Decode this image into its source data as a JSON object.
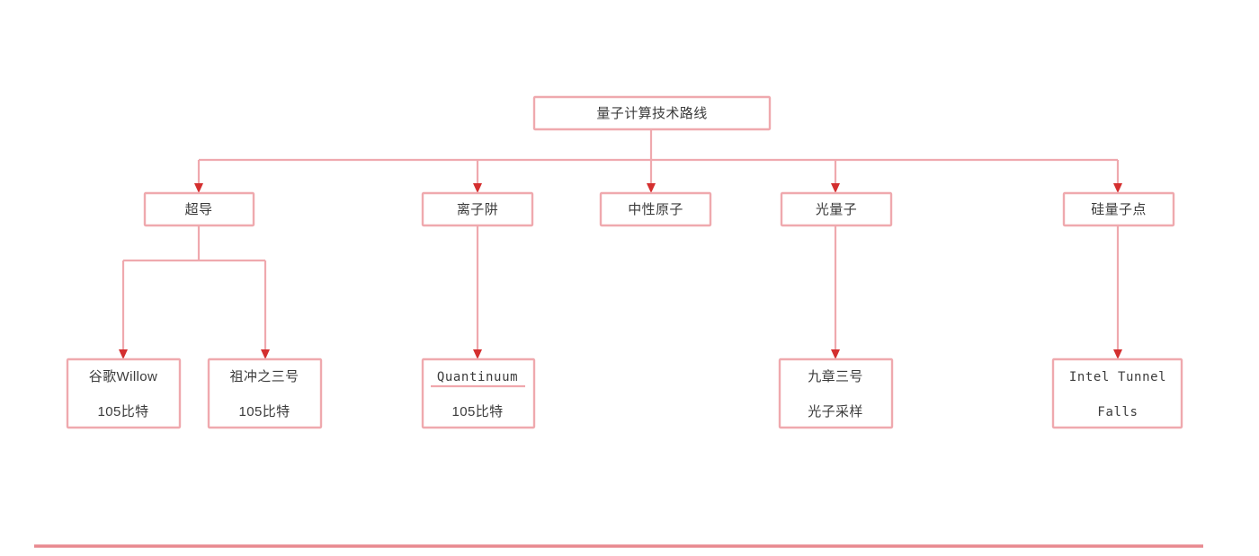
{
  "page": {
    "background_color": "#ffffff",
    "accent_color": "#efa9ae",
    "arrow_color": "#d42f2f",
    "text_color": "#3b3b3b",
    "footer_rule_color": "#e8898f"
  },
  "diagram": {
    "type": "tree",
    "title": "量子计算技术路线",
    "root": {
      "label": "量子计算技术路线"
    },
    "branches": [
      {
        "label": "超导"
      },
      {
        "label": "离子阱"
      },
      {
        "label": "中性原子"
      },
      {
        "label": "光量子"
      },
      {
        "label": "硅量子点"
      }
    ],
    "leaves": [
      {
        "line1": "谷歌Willow",
        "line2": "105比特",
        "parent": "超导",
        "underlined": false
      },
      {
        "line1": "祖冲之三号",
        "line2": "105比特",
        "parent": "超导",
        "underlined": false
      },
      {
        "line1": "Quantinuum",
        "line2": "105比特",
        "parent": "离子阱",
        "underlined": true
      },
      {
        "line1": "九章三号",
        "line2": "光子采样",
        "parent": "光量子",
        "underlined": false
      },
      {
        "line1": "Intel Tunnel",
        "line2": "Falls",
        "parent": "硅量子点",
        "underlined": false
      }
    ]
  }
}
